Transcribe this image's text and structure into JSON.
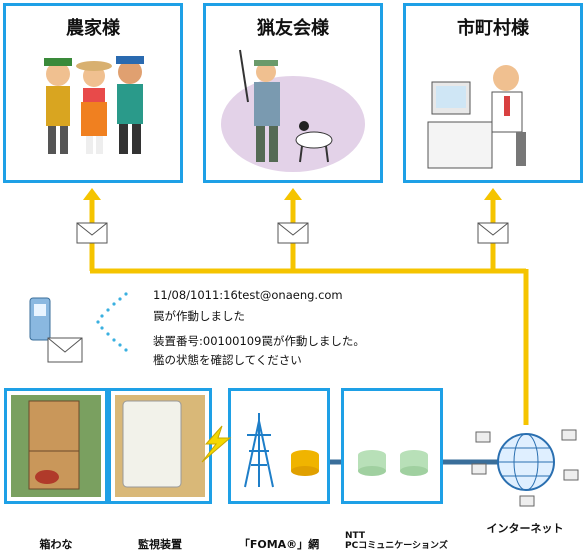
{
  "recipients": [
    {
      "label": "農家様"
    },
    {
      "label": "猟友会様"
    },
    {
      "label": "市町村様"
    }
  ],
  "message": {
    "header": "11/08/1011:16test@onaeng.com",
    "subject": "罠が作動しました",
    "body1": "装置番号:00100109罠が作動しました。",
    "body2": "檻の状態を確認してください"
  },
  "devices": {
    "trap": "箱わな",
    "monitor": "監視装置",
    "foma": "「FOMA®」網",
    "ntt_line1": "NTT",
    "ntt_line2": "PCコミュニケーションズ",
    "internet": "インターネット"
  },
  "colors": {
    "box_border": "#1ea0e6",
    "line": "#f5c400",
    "network": "#3a6e9a"
  }
}
